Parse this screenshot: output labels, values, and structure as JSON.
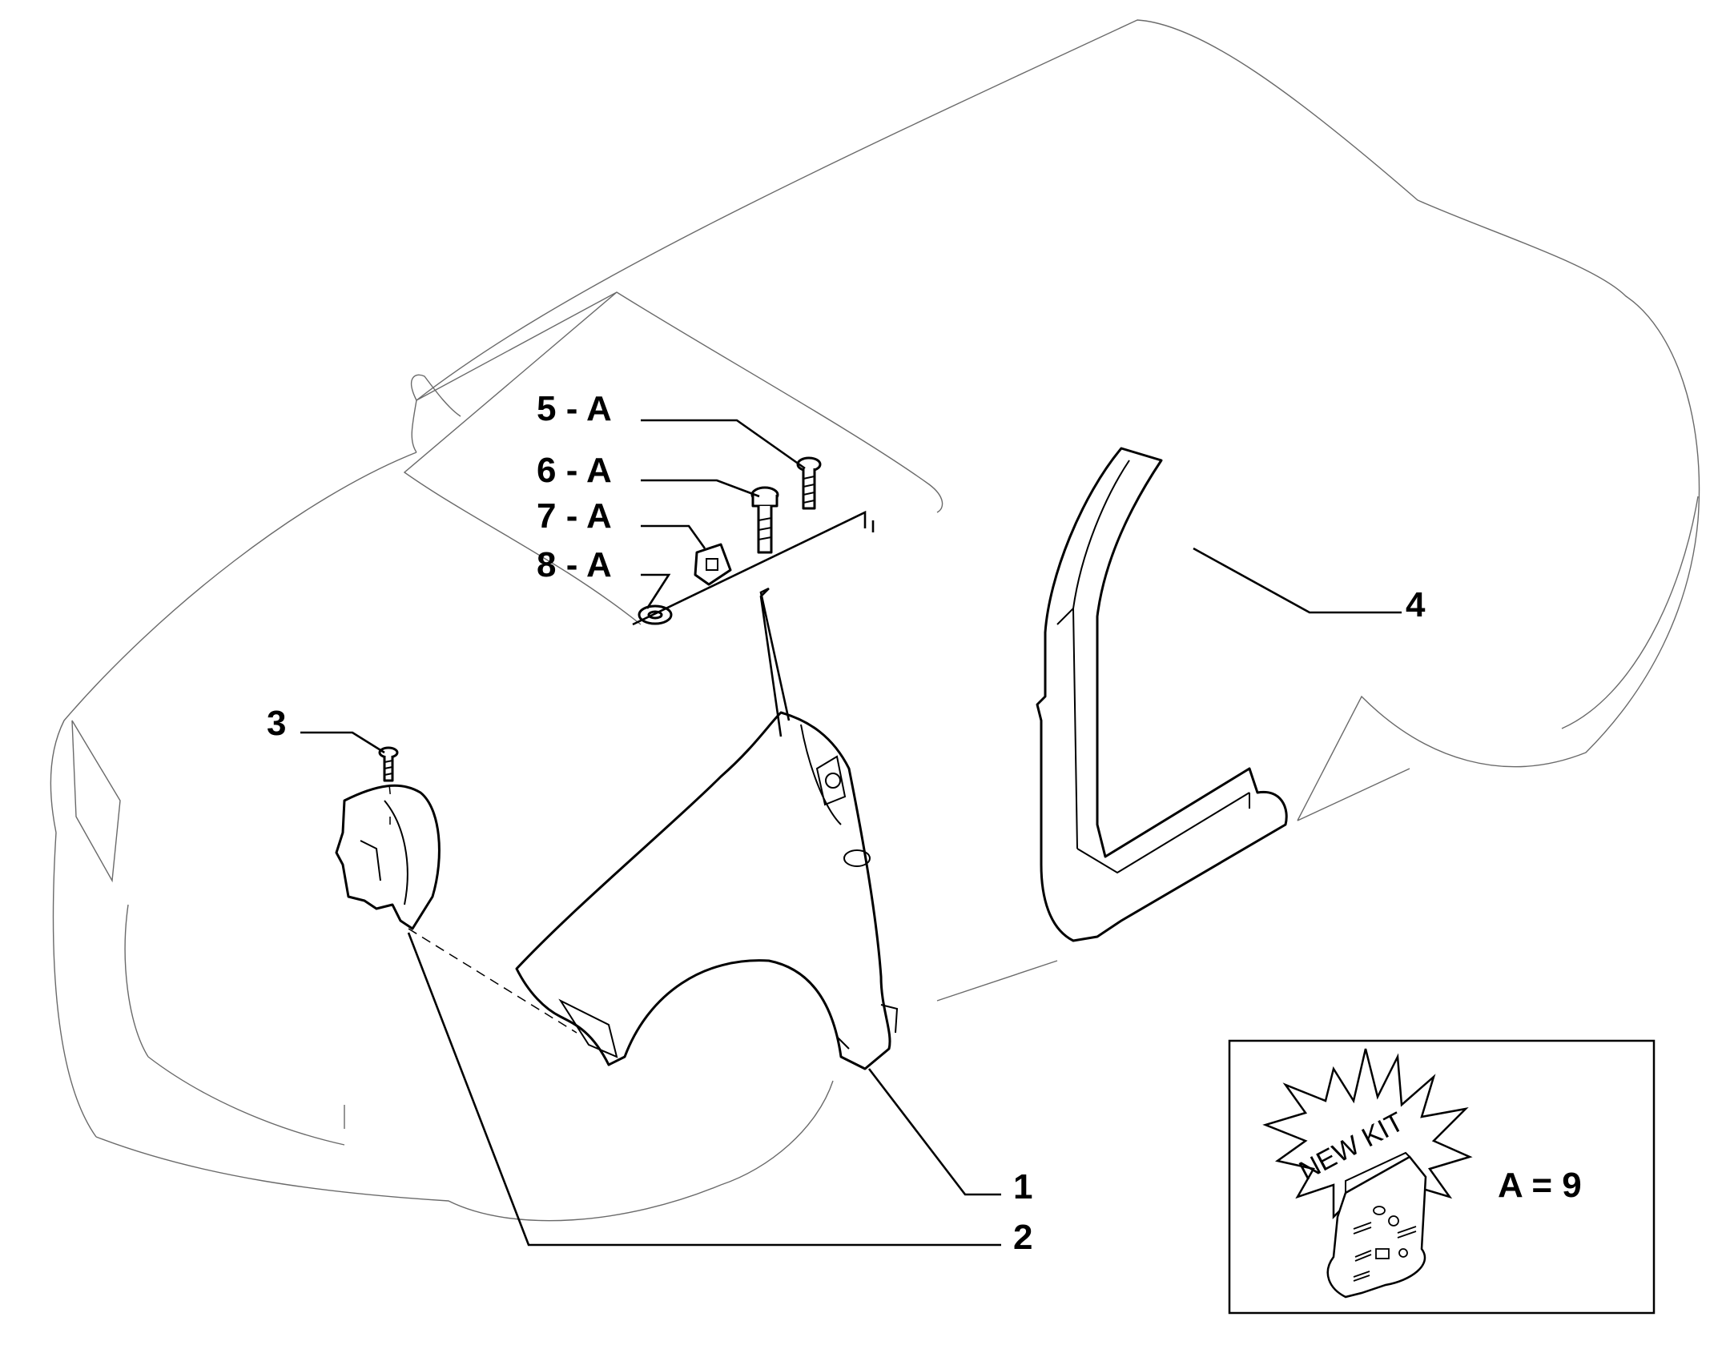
{
  "callouts": {
    "c1": "1",
    "c2": "2",
    "c3": "3",
    "c4": "4",
    "c5": "5 - A",
    "c6": "6 - A",
    "c7": "7 - A",
    "c8": "8 - A"
  },
  "kit": {
    "badge": "NEW KIT",
    "formula": "A = 9"
  }
}
